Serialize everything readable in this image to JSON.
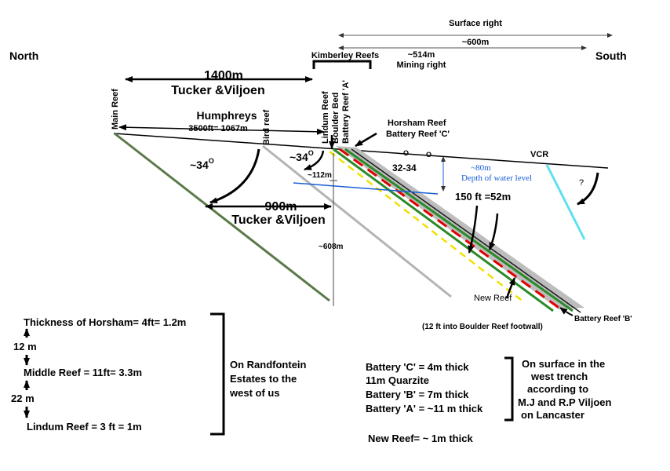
{
  "compass": {
    "north": "North",
    "south": "South"
  },
  "surface_right": {
    "label": "Surface right",
    "value": "~600m"
  },
  "mining_right": {
    "value": "~514m",
    "label": "Mining right"
  },
  "kimberley_reefs": "Kimberley Reefs",
  "vertical_labels": {
    "main_reef": "Main Reef",
    "bird_reef": "Bird reef",
    "lindum_reef": "Lindum Reef",
    "boulder_bed": "Boulder Bed",
    "battery_reef_a": "Battery Reef 'A'",
    "depth_608": "~608m"
  },
  "dim_1400": {
    "value": "1400m",
    "source": "Tucker &Viljoen"
  },
  "humphreys": {
    "name": "Humphreys",
    "value": "3500ft= 1067m"
  },
  "horsham": {
    "line1": "Horsham Reef",
    "line2": "Battery Reef 'C'"
  },
  "angles": {
    "left": "~34",
    "mid": "~34",
    "right": "32-34",
    "deg": "O"
  },
  "depth_112": "~112m",
  "water": {
    "value": "~80m",
    "label": "Depth of water level"
  },
  "dim_900": {
    "value": "900m",
    "source": "Tucker &Viljoen"
  },
  "vcr": "VCR",
  "question": "?",
  "thickness_150": "150 ft =52m",
  "new_reef": {
    "line1": "New Reef",
    "line2": "(12 ft into Boulder Reef footwall)"
  },
  "battery_b": "Battery Reef 'B'",
  "left_notes": {
    "thickness": "Thickness of Horsham= 4ft= 1.2m",
    "gap1": "12 m",
    "middle": "Middle Reef = 11ft= 3.3m",
    "gap2": "22 m",
    "lindum": "Lindum Reef = 3 ft = 1m",
    "bracket_text": [
      "On Randfontein",
      "Estates to the",
      "west of us"
    ]
  },
  "right_notes": {
    "lines": [
      "Battery 'C' = 4m thick",
      "11m Quarzite",
      "Battery 'B' = 7m thick",
      "Battery 'A' = ~11 m thick"
    ],
    "new_reef": "New Reef= ~ 1m thick",
    "bracket_text": [
      "On surface in the",
      "west trench",
      "according to",
      "M.J and R.P Viljoen",
      "on Lancaster"
    ]
  },
  "colors": {
    "main_reef": "#5a7a4a",
    "bird_reef": "#b4b4b4",
    "reef_band": "#bdbdbd",
    "green_reef": "#2a8a2a",
    "red_dash": "#e00000",
    "yellow_dash": "#f2e000",
    "water_blue": "#1a5fd6",
    "vcr_cyan": "#5fe0f0"
  }
}
